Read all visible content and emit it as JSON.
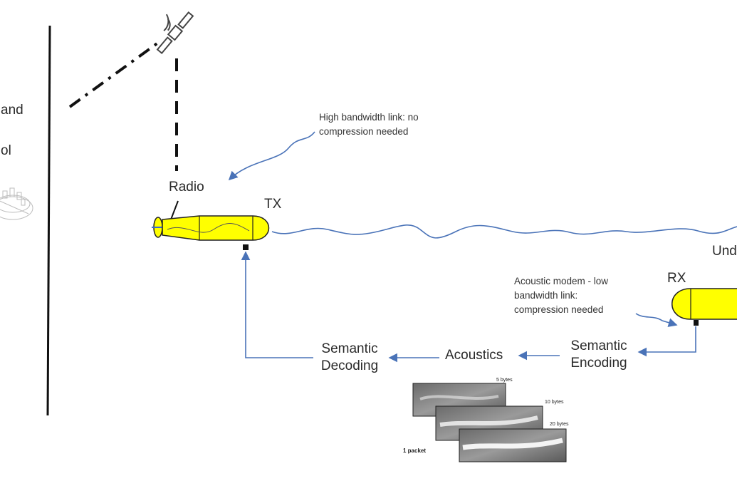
{
  "left_panel": {
    "label_line1": "and",
    "label_line2": "ol"
  },
  "notes": {
    "high_bandwidth": [
      "High bandwidth link: no",
      "compression needed"
    ],
    "acoustic_modem": [
      "Acoustic modem - low",
      "bandwidth link:",
      "compression needed"
    ]
  },
  "labels": {
    "radio": "Radio",
    "tx": "TX",
    "rx": "RX",
    "under": "Und"
  },
  "pipeline": {
    "semantic_decoding": [
      "Semantic",
      "Decoding"
    ],
    "acoustics": "Acoustics",
    "semantic_encoding": [
      "Semantic",
      "Encoding"
    ]
  },
  "image_stack": {
    "sizes": [
      "5 bytes",
      "10 bytes",
      "20 bytes"
    ],
    "packet_label": "1 packet"
  },
  "colors": {
    "vehicle_fill": "#ffff00",
    "link_line": "#4a73b8",
    "arrow": "#4a73b8",
    "dash_line": "#111111"
  }
}
